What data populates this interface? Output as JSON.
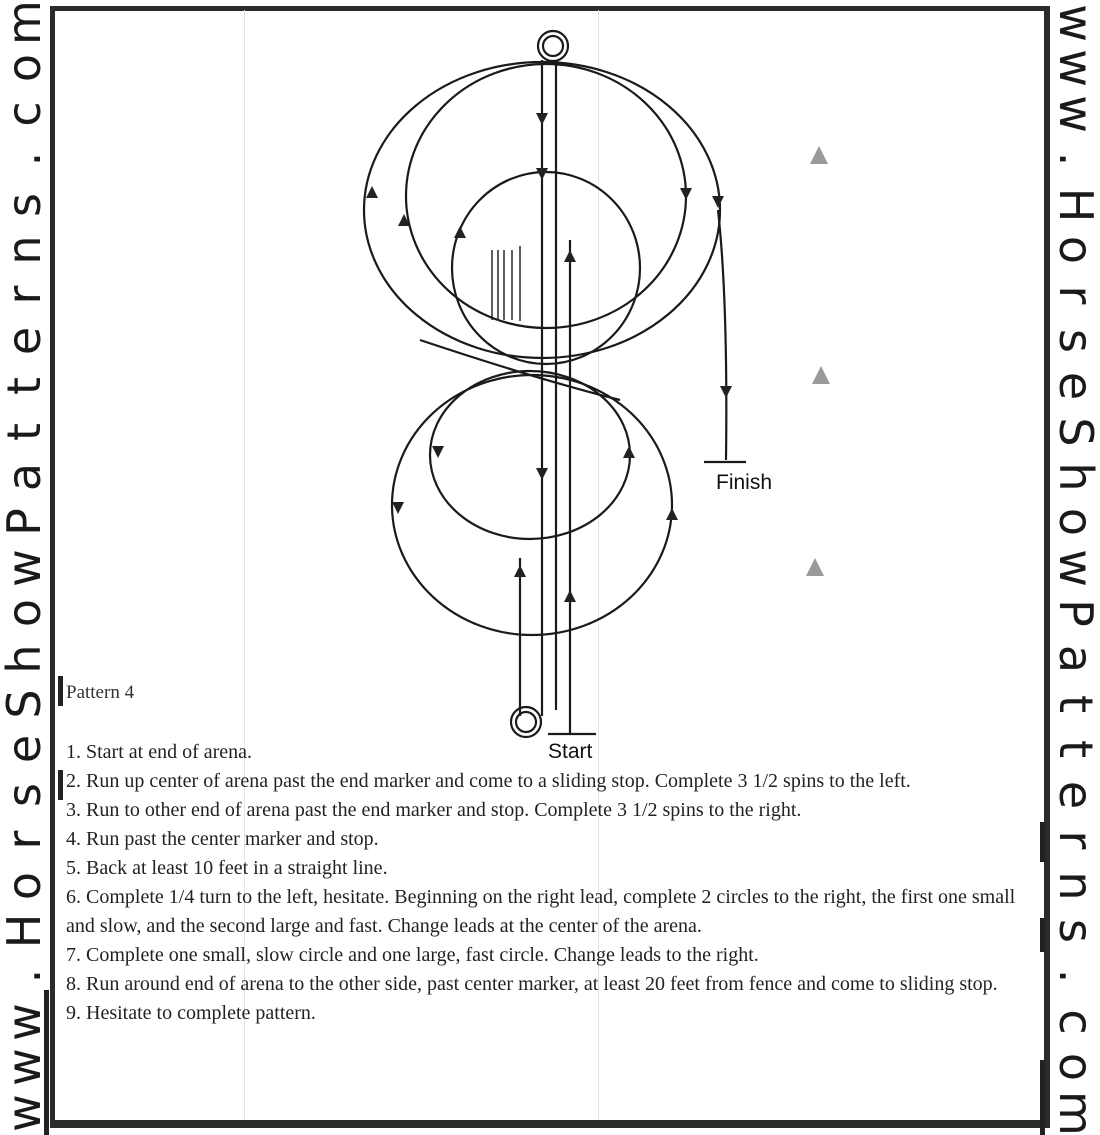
{
  "watermark": {
    "left": [
      "w",
      "w",
      "w",
      ".",
      "H",
      "o",
      "r",
      "s",
      "e",
      "S",
      "h",
      "o",
      "w",
      "P",
      "a",
      "t",
      "t",
      "e",
      "r",
      "n",
      "s",
      ".",
      "c",
      "o",
      "m"
    ],
    "right": [
      "w",
      "w",
      "w",
      ".",
      "H",
      "o",
      "r",
      "s",
      "e",
      "S",
      "h",
      "o",
      "w",
      "P",
      "a",
      "t",
      "t",
      "e",
      "r",
      "n",
      "s",
      ".",
      "c",
      "o",
      "m"
    ]
  },
  "pattern": {
    "title": "Pattern 4",
    "start_label": "Start",
    "finish_label": "Finish",
    "marker_color": "#999999",
    "steps": [
      "1.  Start at end of  arena.",
      "2.  Run up center of  arena past the end marker and come to a sliding stop.  Complete 3 1/2 spins to the left.",
      "3.  Run to other end of  arena past the end marker and stop.  Complete 3 1/2 spins to the right.",
      "4.  Run past the center marker and stop.",
      "5.  Back at least 10 feet in a straight line.",
      "6.  Complete 1/4 turn to the left, hesitate.  Beginning on the right lead, complete 2 circles to the right, the first one small and slow, and the second large and fast.  Change leads at the center of  the arena.",
      "7.  Complete one small, slow circle and one large, fast circle.  Change leads to the right.",
      "8.  Run around end of  arena to the other side, past center marker, at least 20 feet from fence and come to sliding stop.",
      "9.  Hesitate to complete pattern."
    ]
  }
}
